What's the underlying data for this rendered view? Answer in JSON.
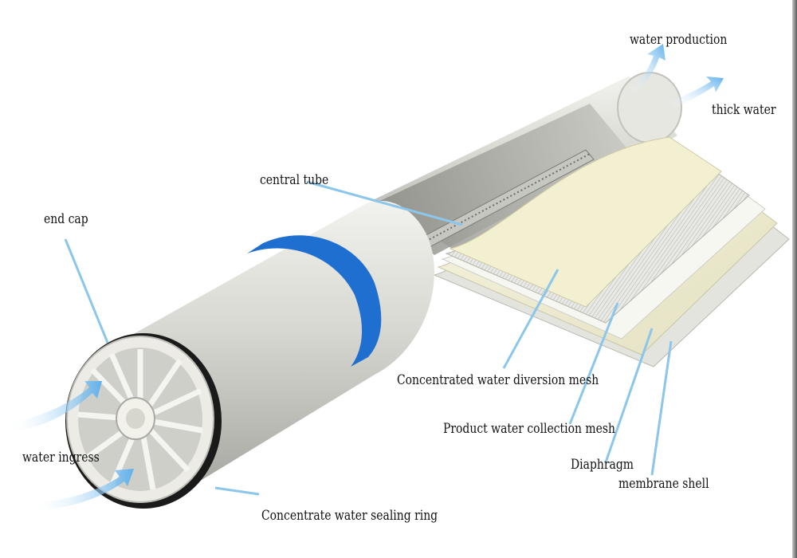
{
  "labels": {
    "water_production": "water production",
    "thick_water": "thick water",
    "central_tube": "central tube",
    "end_cap": "end cap",
    "concentrated_water_diversion_mesh": "Concentrated water diversion mesh",
    "product_water_collection_mesh": "Product water collection mesh",
    "diaphragm": "Diaphragm",
    "membrane_shell": "membrane shell",
    "water_ingress": "water ingress",
    "concentrate_water_sealing_ring": "Concentrate water sealing ring"
  },
  "colors": {
    "shell": "#d9d9d4",
    "shell_shadow": "#9a9a94",
    "band": "#1f6fd0",
    "membrane_yellow": "#efeccb",
    "arrow_blue": "#6fb9ee",
    "leader_line": "#8cc6ea"
  },
  "icons": {
    "flow_arrow": "flow-arrow-icon",
    "end_cap_spokes": "end-cap-spokes-icon"
  }
}
